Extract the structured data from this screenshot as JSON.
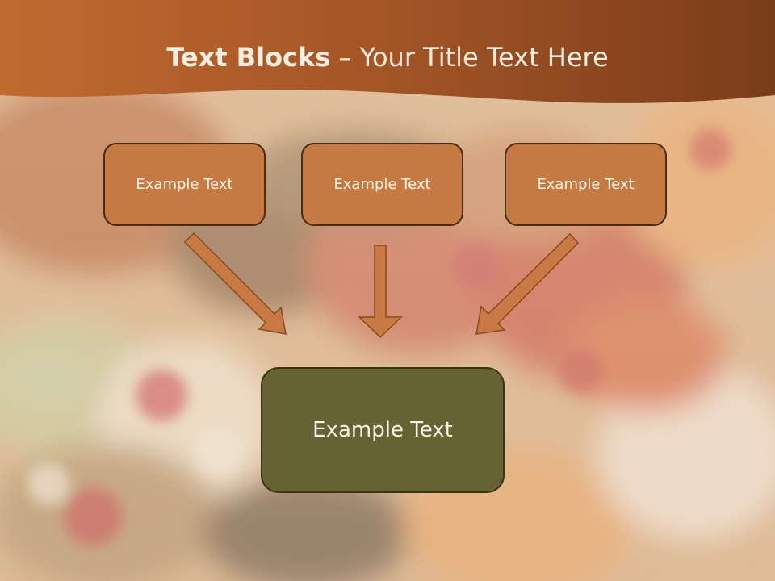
{
  "slide": {
    "title_bold": "Text Blocks",
    "title_separator": " – ",
    "title_rest": "Your Title Text Here"
  },
  "blocks": {
    "top": [
      "Example Text",
      "Example Text",
      "Example Text"
    ],
    "center": "Example Text"
  },
  "colors": {
    "header_band": "#a95f2a",
    "top_box_fill": "#c47a42",
    "center_box_fill": "#666233",
    "arrow_fill": "#c97a44",
    "arrow_stroke": "#8a4a1f"
  }
}
